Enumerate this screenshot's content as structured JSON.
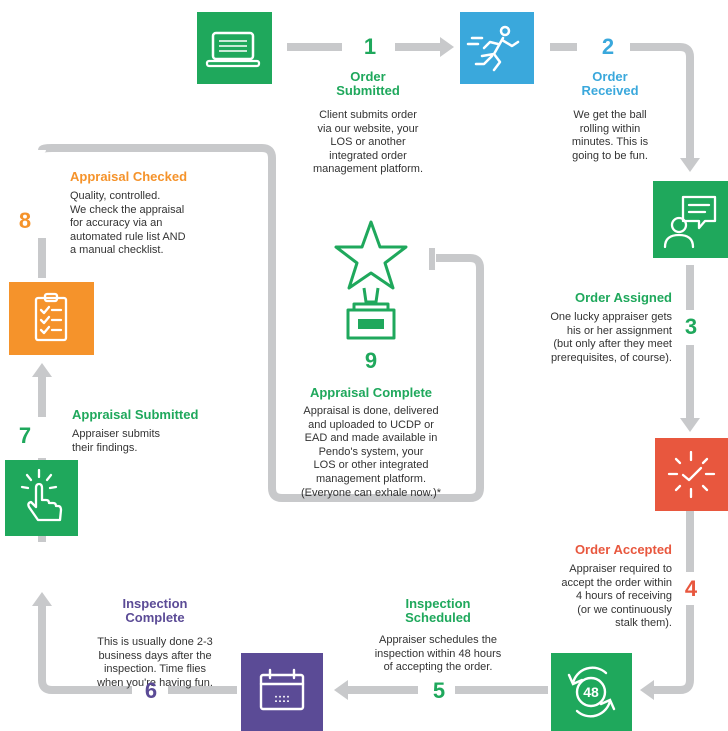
{
  "colors": {
    "green": "#1fa85c",
    "blue": "#3aa8dc",
    "orange": "#f5932b",
    "red": "#e8573e",
    "purple": "#5b4b96",
    "path": "#c8c9cb"
  },
  "steps": [
    {
      "number": "1",
      "title": [
        "Order",
        "Submitted"
      ],
      "color": "green",
      "icon": "laptop-icon",
      "description": [
        "Client submits order",
        "via our website, your",
        "LOS or another",
        "integrated order",
        "management platform."
      ]
    },
    {
      "number": "2",
      "title": [
        "Order",
        "Received"
      ],
      "color": "blue",
      "icon": "runner-icon",
      "description": [
        "We get the ball",
        "rolling within",
        "minutes. This is",
        "going to be fun."
      ]
    },
    {
      "number": "3",
      "title": [
        "Order Assigned"
      ],
      "color": "green",
      "icon": "person-message-icon",
      "description": [
        "One lucky appraiser gets",
        "his or her assignment",
        "(but only after they meet",
        "prerequisites, of course)."
      ]
    },
    {
      "number": "4",
      "title": [
        "Order Accepted"
      ],
      "color": "red",
      "icon": "clock-icon",
      "description": [
        "Appraiser required to",
        "accept the order within",
        "4 hours of receiving",
        "(or we continuously",
        "stalk them)."
      ]
    },
    {
      "number": "5",
      "title": [
        "Inspection",
        "Scheduled"
      ],
      "color": "green",
      "icon": "48-hours-icon",
      "description": [
        "Appraiser schedules the",
        "inspection within 48 hours",
        "of accepting the order."
      ]
    },
    {
      "number": "6",
      "title": [
        "Inspection",
        "Complete"
      ],
      "color": "purple",
      "icon": "calendar-icon",
      "description": [
        "This is usually done 2-3",
        "business days after the",
        "inspection. Time flies",
        "when you're having fun."
      ]
    },
    {
      "number": "7",
      "title": [
        "Appraisal Submitted"
      ],
      "color": "green",
      "icon": "tap-hand-icon",
      "description": [
        "Appraiser submits",
        "their findings."
      ]
    },
    {
      "number": "8",
      "title": [
        "Appraisal Checked"
      ],
      "color": "orange",
      "icon": "clipboard-icon",
      "description": [
        "Quality, controlled.",
        "We check the appraisal",
        "for accuracy via an",
        "automated rule list AND",
        "a manual checklist."
      ]
    },
    {
      "number": "9",
      "title": [
        "Appraisal Complete"
      ],
      "color": "green",
      "icon": "trophy-icon",
      "description": [
        "Appraisal is done, delivered",
        "and uploaded to UCDP or",
        "EAD and made available in",
        "Pendo's system, your",
        "LOS or other integrated",
        "management platform.",
        "(Everyone can exhale now.)*"
      ]
    }
  ],
  "calendar_label": "::::",
  "badge_48": "48"
}
